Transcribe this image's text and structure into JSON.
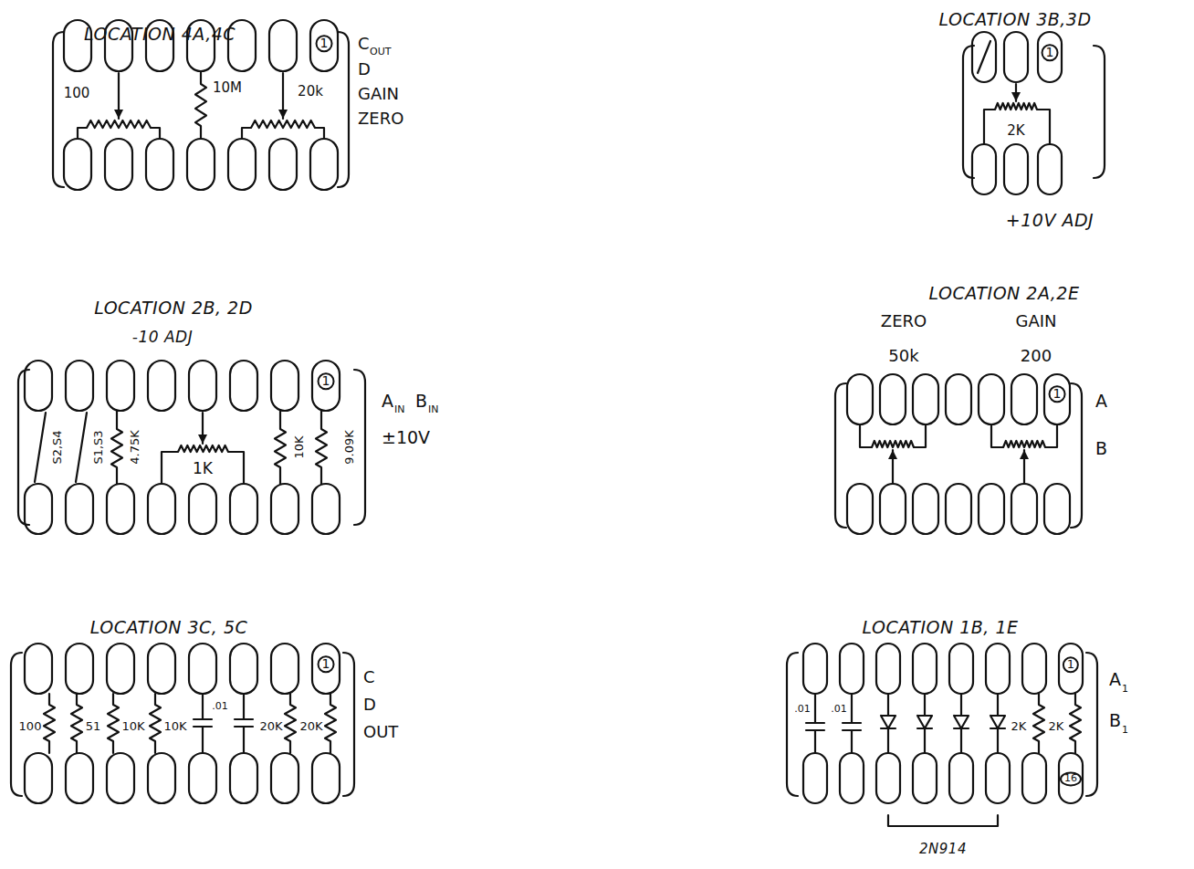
{
  "diagram": {
    "labels": [
      "LOCATION 4A,4C",
      "1",
      "100",
      "10M",
      "20k",
      "C",
      "OUT",
      "D",
      "GAIN",
      "ZERO",
      "LOCATION 3B,3D",
      "1",
      "2K",
      "+10V ADJ",
      "LOCATION 2B, 2D",
      "-10 ADJ",
      "1",
      "S2,S4",
      "S1,S3",
      "4.75K",
      "1K",
      "10K",
      "9.09K",
      "A",
      "IN",
      "B",
      "IN",
      "±10V",
      "LOCATION 2A,2E",
      "ZERO",
      "GAIN",
      "50k",
      "200",
      "1",
      "A",
      "B",
      "LOCATION 3C, 5C",
      "1",
      "100",
      "51",
      "10K",
      "10K",
      ".01",
      "20K",
      "20K",
      "C",
      "D",
      "OUT",
      "LOCATION 1B, 1E",
      "1",
      "16",
      ".01",
      ".01",
      "2K",
      "2K",
      "A",
      "1",
      "B",
      "1",
      "2N914"
    ]
  }
}
